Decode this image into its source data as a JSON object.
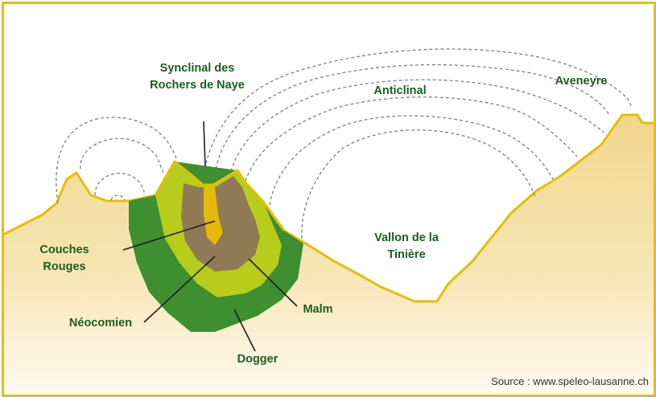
{
  "labels": {
    "synclinal": "Synclinal des\nRochers de Naye",
    "anticlinal": "Anticlinal",
    "aveneyre": "Aveneyre",
    "vallon": "Vallon de la\nTinière",
    "couches_rouges": "Couches\nRouges",
    "neocomien": "Néocomien",
    "malm": "Malm",
    "dogger": "Dogger"
  },
  "source": "Source : www.speleo-lausanne.ch",
  "colors": {
    "frame": "#e3c000",
    "label_text": "#1b5e20",
    "dogger": "#3d8f30",
    "malm": "#b8cc1c",
    "neocomien": "#8f7a55",
    "couches_rouges": "#e6b80a",
    "terrain_top": "#f1d68c",
    "terrain_bottom": "#fffaf0",
    "dashed_lines": "#808080"
  }
}
